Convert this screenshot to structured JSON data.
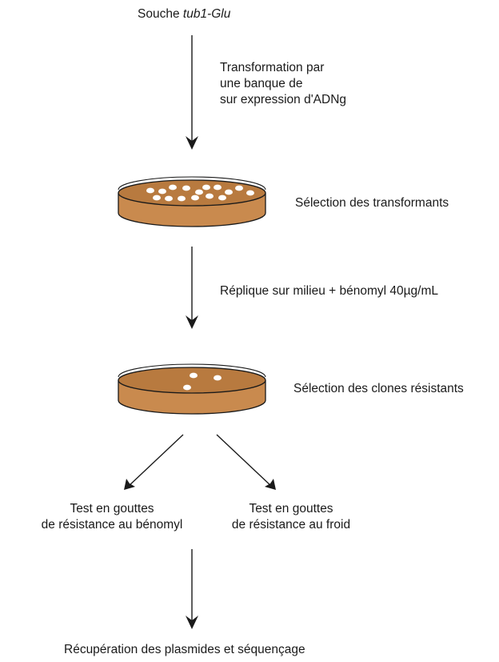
{
  "start": {
    "prefix": "Souche ",
    "strain": "tub1-Glu"
  },
  "step1": {
    "lines": [
      "Transformation par",
      "une banque de",
      "sur expression d'ADNg"
    ]
  },
  "step2": {
    "label": "Sélection des transformants"
  },
  "step3": {
    "label": "Réplique sur milieu + bénomyl 40µg/mL"
  },
  "step4": {
    "label": "Sélection des clones résistants"
  },
  "branch_left": {
    "line1": "Test en gouttes",
    "line2": "de résistance au bénomyl"
  },
  "branch_right": {
    "line1": "Test en gouttes",
    "line2": "de résistance au froid"
  },
  "final": {
    "label": "Récupération des plasmides et séquençage"
  },
  "colors": {
    "agar": "#c98a4e",
    "agar_top": "#b87a3f",
    "dish_rim": "#1a1a1a",
    "colony": "#ffffff",
    "arrow": "#1a1a1a"
  }
}
